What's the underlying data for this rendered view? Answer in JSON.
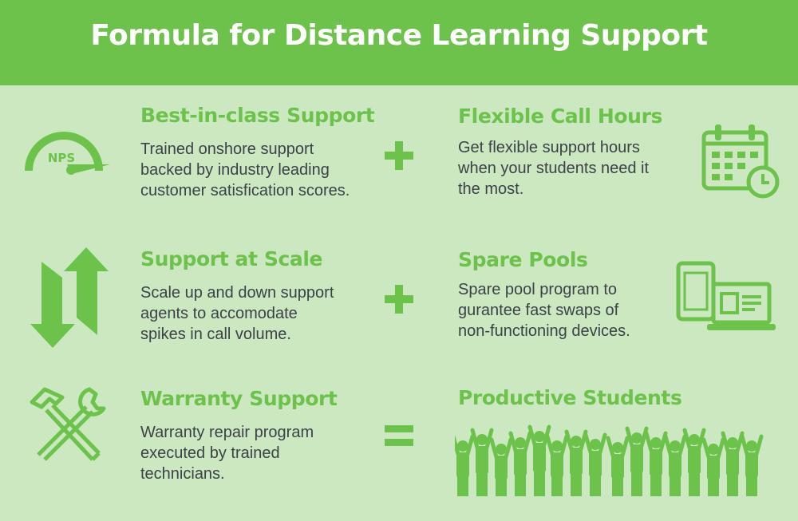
{
  "title": "Formula for Distance Learning Support",
  "colors": {
    "accent": "#6cc24a",
    "background": "#cbe8c1",
    "text": "#3d4148"
  },
  "cards": {
    "best_in_class": {
      "icon": "nps-gauge-icon",
      "icon_text": "NPS",
      "heading": "Best-in-class Support",
      "lines": [
        "Trained onshore support",
        "backed by industry leading",
        "customer satisfication scores."
      ]
    },
    "flexible_hours": {
      "icon": "calendar-clock-icon",
      "heading": "Flexible Call Hours",
      "lines": [
        "Get flexible support hours",
        "when your students need it",
        "the most."
      ]
    },
    "scale": {
      "icon": "up-down-arrows-icon",
      "heading": "Support at Scale",
      "lines": [
        "Scale up and down support",
        "agents to accomodate",
        "spikes in call volume."
      ]
    },
    "spare_pools": {
      "icon": "tablet-laptop-icon",
      "heading": "Spare Pools",
      "lines": [
        "Spare pool program to",
        "gurantee fast swaps of",
        "non-functioning devices."
      ]
    },
    "warranty": {
      "icon": "hammer-wrench-icon",
      "heading": "Warranty Support",
      "lines": [
        "Warranty repair program",
        "executed by trained",
        "technicians."
      ]
    },
    "productive": {
      "icon": "students-silhouette-icon",
      "heading": "Productive Students"
    }
  },
  "operators": [
    "plus-icon",
    "plus-icon",
    "equals-icon"
  ]
}
